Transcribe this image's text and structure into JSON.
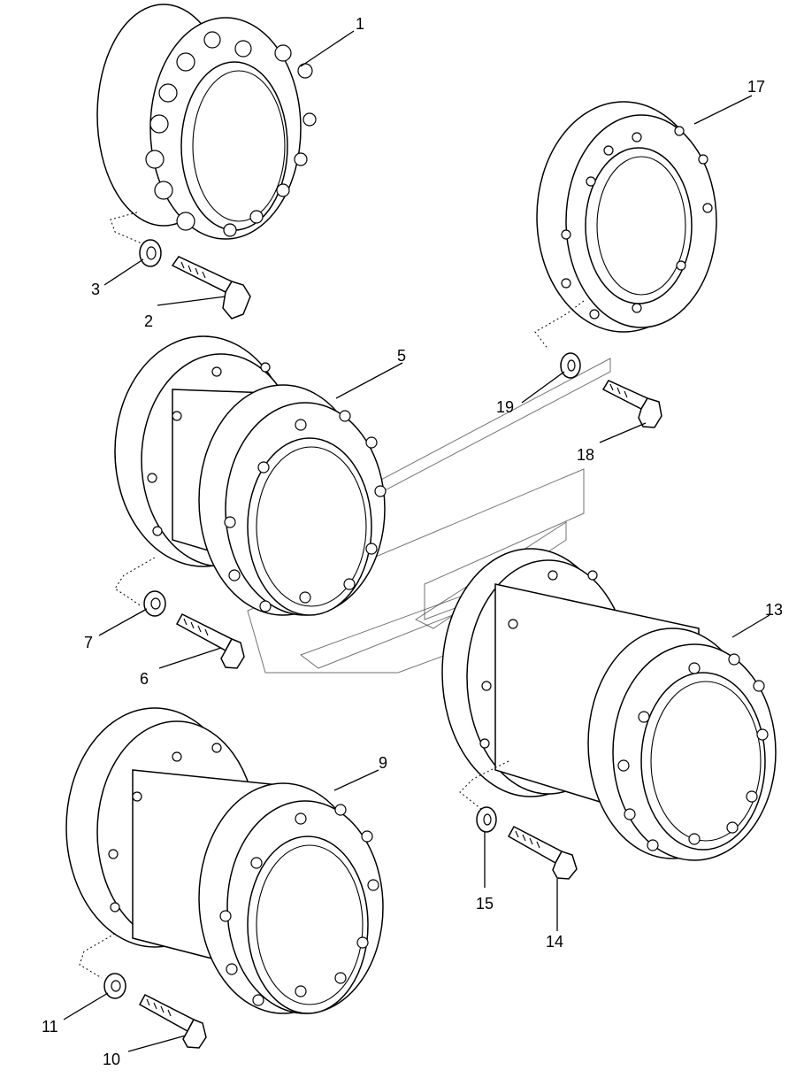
{
  "callouts": [
    {
      "id": "1",
      "text": "1"
    },
    {
      "id": "2",
      "text": "2"
    },
    {
      "id": "3",
      "text": "3"
    },
    {
      "id": "5",
      "text": "5"
    },
    {
      "id": "6",
      "text": "6"
    },
    {
      "id": "7",
      "text": "7"
    },
    {
      "id": "9",
      "text": "9"
    },
    {
      "id": "10",
      "text": "10"
    },
    {
      "id": "11",
      "text": "11"
    },
    {
      "id": "13",
      "text": "13"
    },
    {
      "id": "14",
      "text": "14"
    },
    {
      "id": "15",
      "text": "15"
    },
    {
      "id": "17",
      "text": "17"
    },
    {
      "id": "18",
      "text": "18"
    },
    {
      "id": "19",
      "text": "19"
    }
  ]
}
